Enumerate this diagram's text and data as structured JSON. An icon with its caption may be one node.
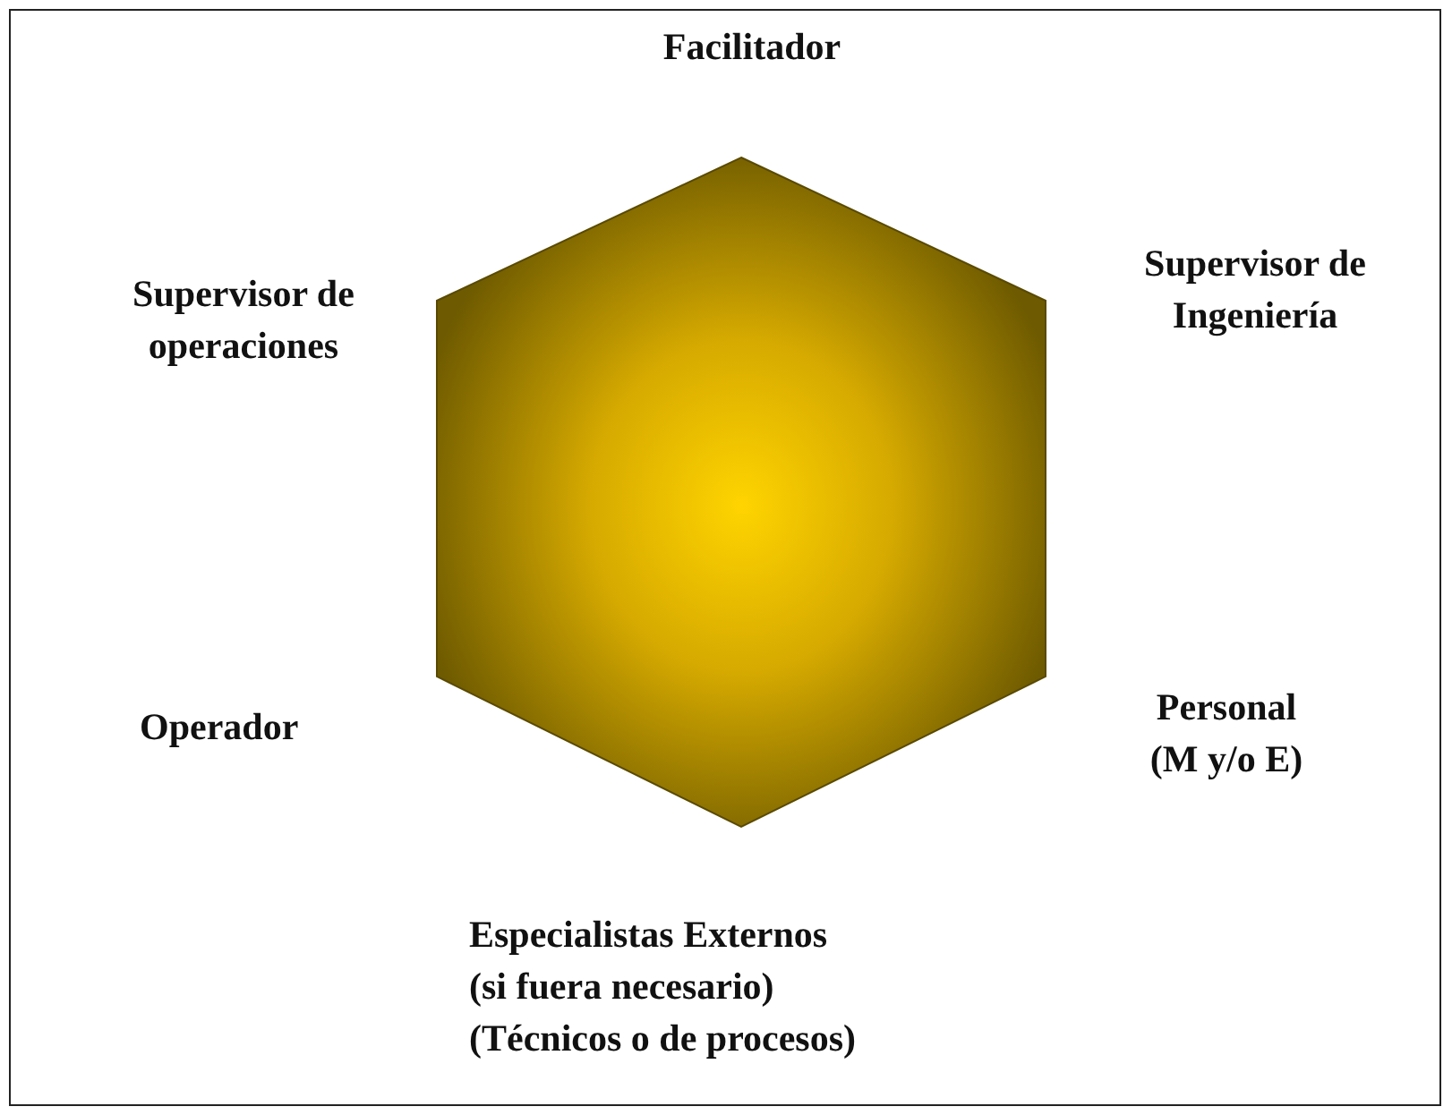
{
  "diagram": {
    "nodes": [
      {
        "text": [],
        "shape": "hexagon"
      }
    ],
    "labels": [
      "Facilitador",
      "Supervisor de operaciones",
      "Supervisor de Ingeniería",
      "Operador",
      "Personal (M y/o E)",
      "Especialistas Externos",
      "(si fuera necesario)",
      "(Técnicos o de procesos)"
    ]
  }
}
